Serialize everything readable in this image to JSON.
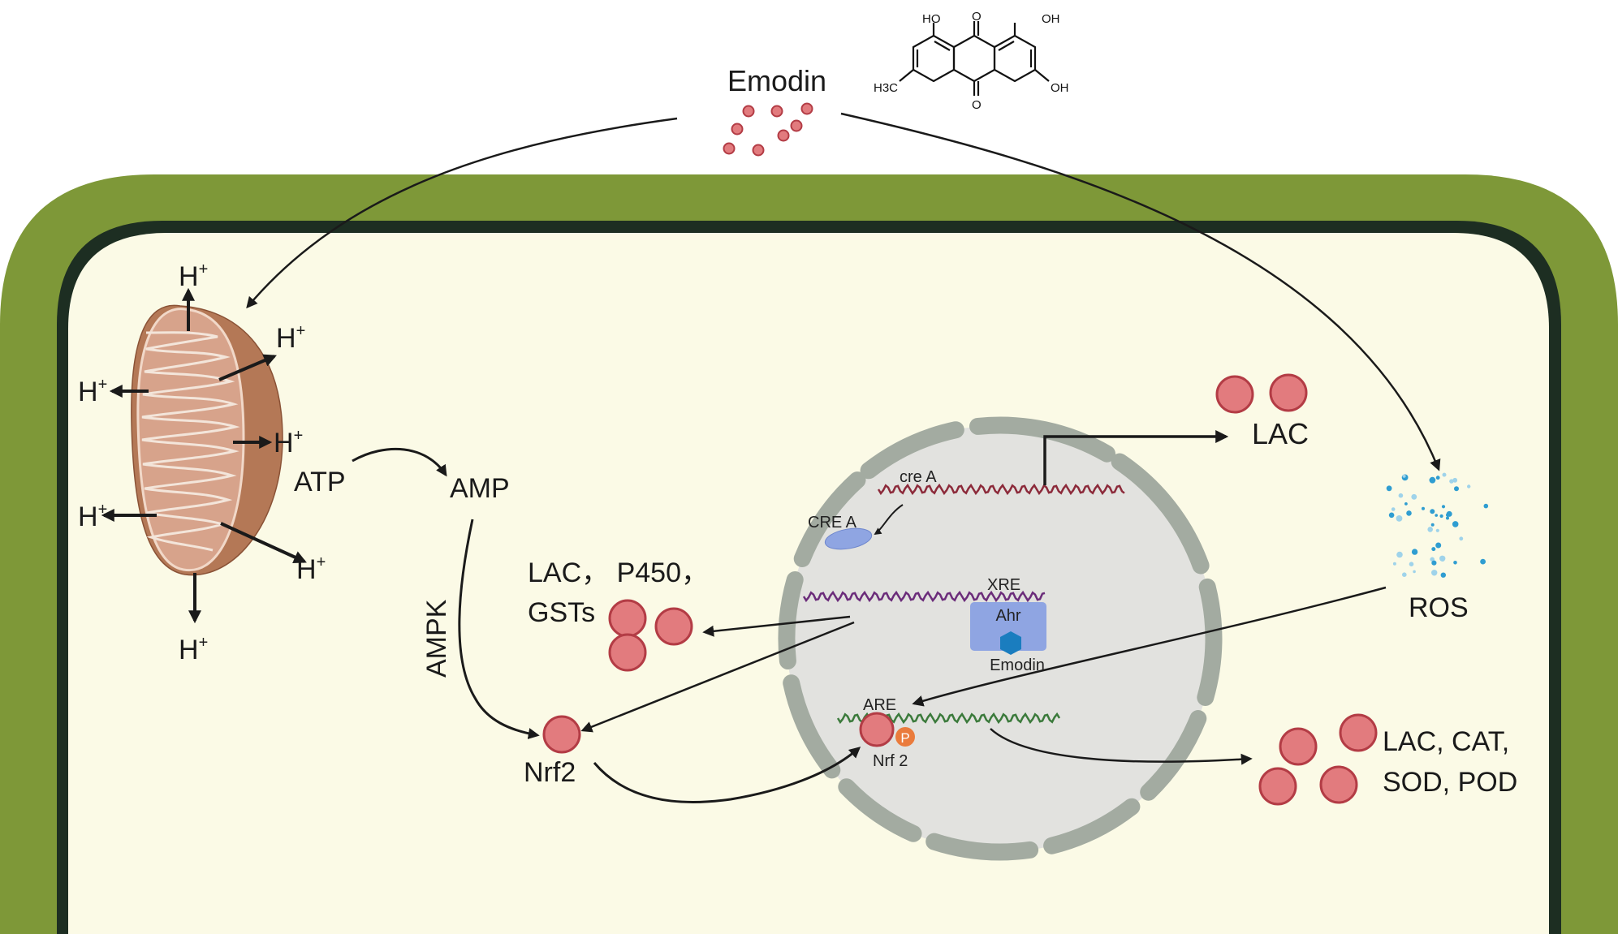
{
  "colors": {
    "cell_wall": "#7e9838",
    "membrane": "#1d2e22",
    "cytoplasm": "#fbfae6",
    "nucleus_fill": "#e2e2df",
    "nucleus_envelope": "#a3aba1",
    "protein": "#e27b7e",
    "protein_stroke": "#b33c45",
    "mito_outer": "#b47856",
    "mito_inner": "#d7a38b",
    "cristae": "#f3e5da",
    "ahr": "#8fa5e2",
    "emodin_hex": "#1a7dbf",
    "phospho": "#ea7b3c",
    "ros_dots": "#2f9dd1",
    "dna_mrna": "#8c2a3a",
    "dna_xre": "#6b2c7a",
    "dna_are": "#3b7a3b",
    "arrow": "#1a1a1a"
  },
  "emodin": {
    "label": "Emodin",
    "structure": {
      "ho_left": "HO",
      "oh_top": "OH",
      "oh_right": "OH",
      "methyl": "H3C",
      "ketone_top": "O",
      "ketone_bottom": "O"
    }
  },
  "mitochondrion": {
    "proton": "H",
    "proton_charge": "+",
    "atp": "ATP",
    "amp": "AMP",
    "ampk": "AMPK"
  },
  "nucleus": {
    "cre_gene": "cre A",
    "cre_protein": "CRE A",
    "xre": "XRE",
    "ahr": "Ahr",
    "ahr_ligand": "Emodin",
    "are": "ARE",
    "nrf2_bound": "Nrf 2",
    "phospho": "P"
  },
  "cytoplasm": {
    "lac_out": "LAC",
    "enzymes_line1": "LAC， P450，",
    "enzymes_line2": "GSTs",
    "nrf2": "Nrf2",
    "ros": "ROS",
    "antioxidants_line1": "LAC, CAT,",
    "antioxidants_line2": "SOD, POD"
  }
}
